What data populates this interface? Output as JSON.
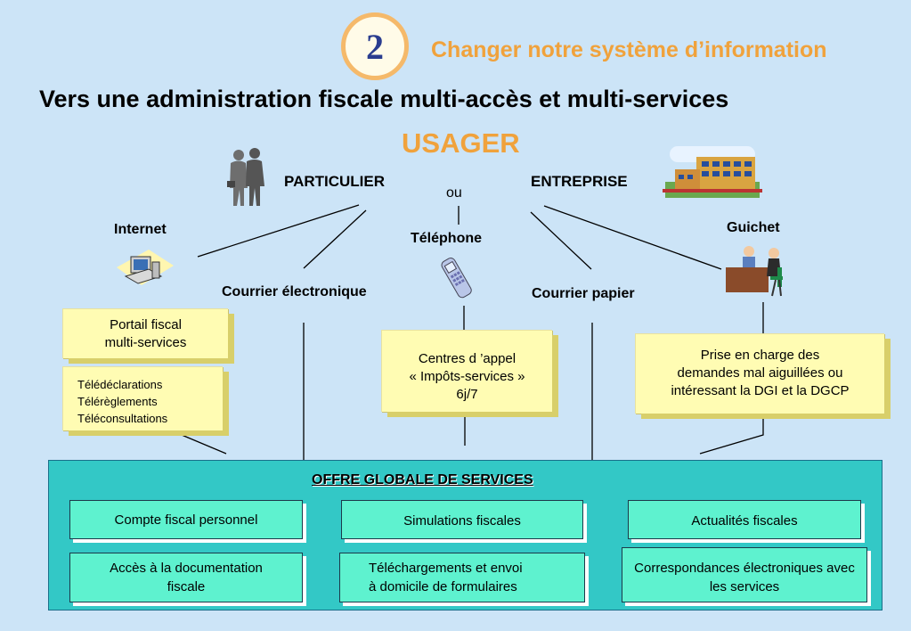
{
  "header": {
    "badge_number": "2",
    "title": "Changer notre système d’information"
  },
  "subtitle": "Vers une administration fiscale multi-accès et multi-services",
  "usager": "USAGER",
  "parties": {
    "particulier": "PARTICULIER",
    "ou": "ou",
    "entreprise": "ENTREPRISE"
  },
  "channels": {
    "internet": "Internet",
    "telephone": "Téléphone",
    "guichet": "Guichet",
    "courrier_electronique": "Courrier électronique",
    "courrier_papier": "Courrier papier"
  },
  "boxes": {
    "portail": [
      "Portail fiscal",
      "multi-services"
    ],
    "teleservices": [
      "Télédéclarations",
      "Télérèglements",
      "Téléconsultations"
    ],
    "centres": [
      "Centres d ’appel",
      "« Impôts-services »",
      "6j/7"
    ],
    "prise_en_charge": [
      "Prise en charge des",
      "demandes mal aiguillées ou",
      "intéressant  la DGI et la DGCP"
    ]
  },
  "offer": {
    "title": "OFFRE GLOBALE DE SERVICES",
    "services": {
      "compte": "Compte fiscal personnel",
      "simulations": "Simulations fiscales",
      "actualites": "Actualités fiscales",
      "acces_doc": [
        "Accès à la documentation",
        "fiscale"
      ],
      "telechargements": [
        "Téléchargements et envoi",
        "à domicile de formulaires"
      ],
      "correspondances": [
        "Correspondances électroniques avec",
        "les services"
      ]
    }
  },
  "icons": {
    "people": "business-people-icon",
    "building": "office-building-icon",
    "computer": "computer-icon",
    "phone": "mobile-phone-icon",
    "desk": "service-desk-icon"
  }
}
